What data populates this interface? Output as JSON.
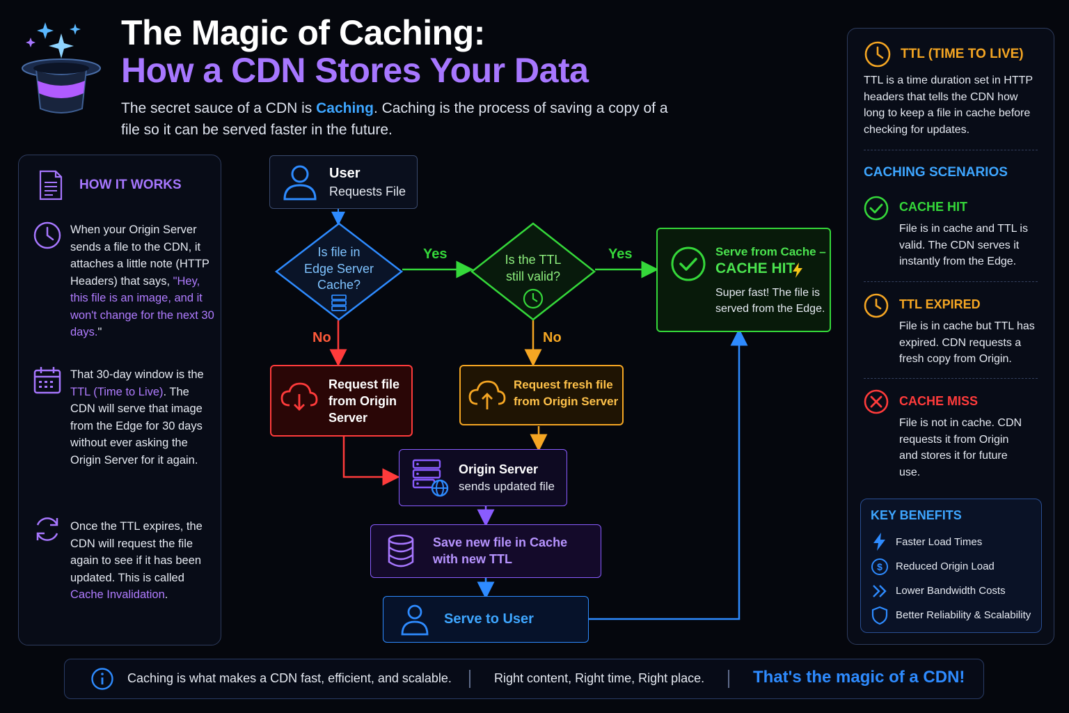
{
  "header": {
    "title_line1": "The Magic of Caching:",
    "title_line2": "How a CDN Stores Your Data",
    "intro_pre": "The secret sauce of a CDN is ",
    "intro_highlight": "Caching",
    "intro_post": ". Caching is the process of saving a copy of a file so it can be served faster in the future."
  },
  "how_it_works": {
    "title": "HOW IT WORKS",
    "p1_text": "When your Origin Server sends a file to the CDN, it attaches a little note (HTTP Headers) that says, ",
    "p1_quote": "\"Hey, this file is an image, and it won't change for the next 30 days.",
    "p1_end": "\"",
    "p2_pre": "That 30-day window is the ",
    "p2_highlight": "TTL (Time to Live)",
    "p2_post": ". The CDN will serve that image from the Edge for 30 days without ever asking the Origin Server for it again.",
    "p3_pre": "Once the TTL expires, the CDN will request the file again to see if it has been updated. This is called ",
    "p3_highlight": "Cache Invalidation",
    "p3_post": "."
  },
  "flow": {
    "user_title": "User",
    "user_sub": "Requests File",
    "decision1": [
      "Is file in",
      "Edge Server",
      "Cache?"
    ],
    "decision2": [
      "Is the TTL",
      "still valid?"
    ],
    "yes1": "Yes",
    "yes2": "Yes",
    "no1": "No",
    "no2": "No",
    "hit_title": "Serve from Cache –",
    "hit_label": "CACHE HIT",
    "hit_desc": "Super fast! The file is served from the Edge.",
    "miss_box": [
      "Request file",
      "from Origin",
      "Server"
    ],
    "fresh_box": [
      "Request fresh file",
      "from Origin Server"
    ],
    "origin_title": "Origin Server",
    "origin_sub": "sends updated file",
    "save_box": [
      "Save new file in Cache",
      "with new TTL"
    ],
    "serve_user": "Serve to User"
  },
  "ttl_panel": {
    "title": "TTL (TIME TO LIVE)",
    "desc": "TTL is a time duration set in HTTP headers that tells the CDN how long to keep a file in cache before checking for updates.",
    "scenarios_title": "CACHING SCENARIOS",
    "scenarios": [
      {
        "name": "CACHE HIT",
        "desc": "File is in cache and TTL is valid. The CDN serves it instantly from the Edge.",
        "color": "#35d83a"
      },
      {
        "name": "TTL EXPIRED",
        "desc": "File is in cache but TTL has expired. CDN requests a fresh copy from Origin.",
        "color": "#f5a623"
      },
      {
        "name": "CACHE MISS",
        "desc": "File is not in cache. CDN requests it from Origin and stores it for future use.",
        "color": "#ff3b3b"
      }
    ]
  },
  "benefits": {
    "title": "KEY BENEFITS",
    "items": [
      "Faster Load Times",
      "Reduced Origin Load",
      "Lower Bandwidth Costs",
      "Better Reliability & Scalability"
    ]
  },
  "footer": {
    "text1": "Caching is what makes a CDN fast, efficient, and scalable.",
    "text2": "Right content, Right time, Right place.",
    "text3": "That's the magic of a CDN!"
  },
  "colors": {
    "blue": "#2e8bff",
    "green": "#35d83a",
    "red": "#ff3b3b",
    "orange": "#f5a623",
    "purple": "#a777ff"
  }
}
